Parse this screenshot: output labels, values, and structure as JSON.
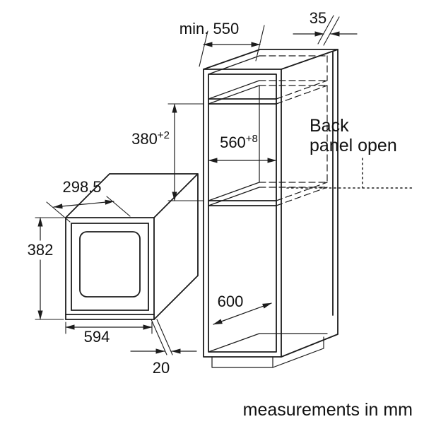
{
  "diagram": {
    "kind": "built-in appliance installation drawing",
    "unit_note": "measurements in mm",
    "back_panel_note": {
      "line1": "Back",
      "line2": "panel open"
    }
  },
  "dims": {
    "cabinet_depth_min": {
      "label": "min. 550"
    },
    "rear_gap": {
      "label": "35"
    },
    "niche_height": {
      "value": "380",
      "tolerance": "+2"
    },
    "niche_width": {
      "value": "560",
      "tolerance": "+8"
    },
    "appliance_depth": {
      "label": "298.5"
    },
    "appliance_height": {
      "label": "382"
    },
    "appliance_width": {
      "label": "594"
    },
    "door_protrusion": {
      "label": "20"
    },
    "base_unit_depth": {
      "label": "600"
    }
  },
  "colors": {
    "line": "#1c1c1c",
    "text": "#111111",
    "background": "#ffffff"
  }
}
